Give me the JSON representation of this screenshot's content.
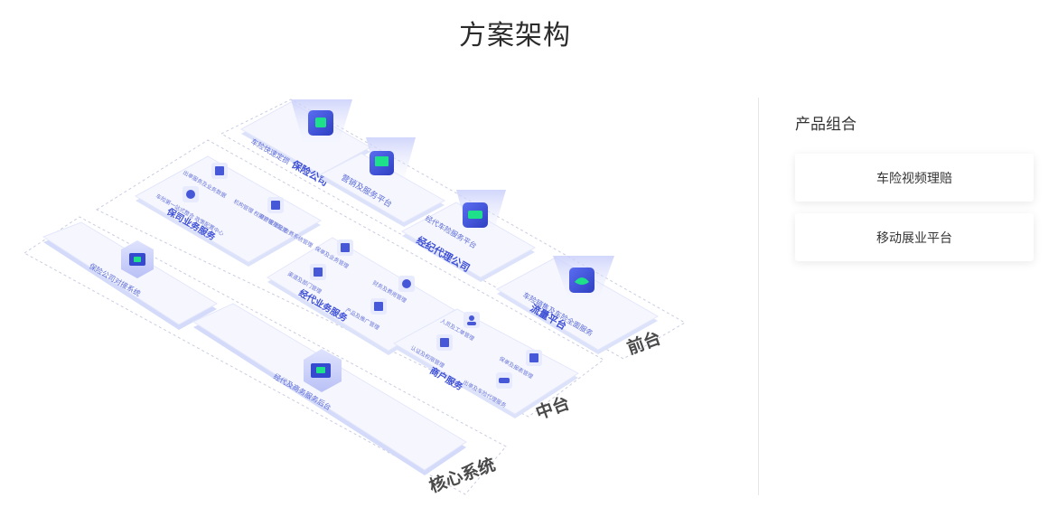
{
  "page": {
    "title": "方案架构"
  },
  "layers": {
    "front": "前台",
    "middle": "中台",
    "core": "核心系统"
  },
  "blocks": {
    "insurer": {
      "title": "保险公司",
      "items": [
        "车险快速定损"
      ]
    },
    "marketing": {
      "title": "营销及服务平台"
    },
    "broker": {
      "title": "经纪代理公司",
      "items": [
        "经代车险服务平台"
      ]
    },
    "traffic": {
      "title": "流量平台",
      "items": [
        "车险销售及车险全面服务"
      ]
    },
    "insurance_service": {
      "title": "保司业务服务",
      "items": [
        "出单服务及业务数据",
        "车险第一站式整合 政策配置中心",
        "机构管理 权限管理及配置",
        "商户管理及 收费系统管理"
      ]
    },
    "agency_service": {
      "title": "经代业务服务",
      "items": [
        "保单及业务管理",
        "渠道及部门管理",
        "财务及费用管理",
        "产品及推广管理"
      ]
    },
    "merchant_service": {
      "title": "商户服务",
      "items": [
        "人员及工单管理",
        "认证及权限管理",
        "保单及报表管理",
        "出单及车险代理服务"
      ]
    },
    "core_insurer": {
      "title": "保险公司对接系统"
    },
    "core_platform": {
      "title": "经代及商务服务后台"
    }
  },
  "side": {
    "title": "产品组合",
    "products": [
      "车险视频理赔",
      "移动展业平台"
    ]
  },
  "colors": {
    "accent": "#3d4fd6",
    "icon_green": "#1fe08a",
    "tile": "#f6f7fe",
    "tile_edge": "#dde2fb"
  }
}
